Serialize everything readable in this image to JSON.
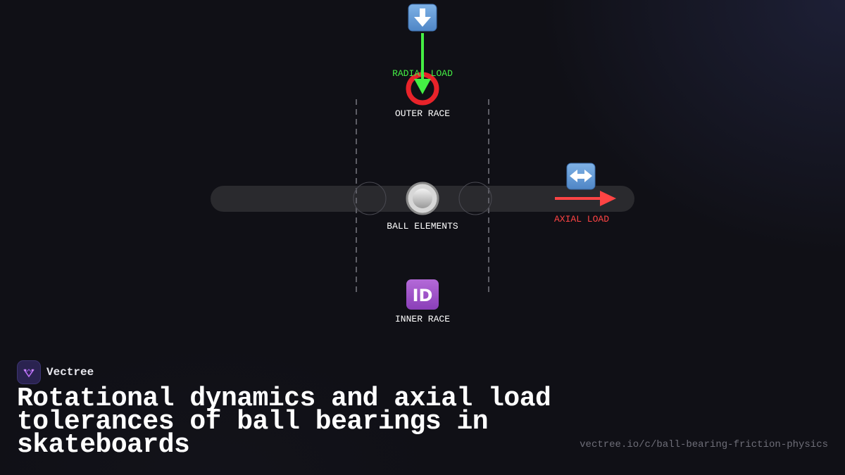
{
  "diagram": {
    "labels": {
      "radial_load": "RADIAL LOAD",
      "outer_race": "OUTER RACE",
      "ball_elements": "BALL ELEMENTS",
      "inner_race": "INNER RACE",
      "axial_load": "AXIAL LOAD"
    },
    "icons": {
      "radial_load": "down-arrow-icon",
      "outer_race": "hollow-red-circle-icon",
      "ball_elements": "white-circle-icon",
      "inner_race": "id-button-icon",
      "axial_load": "left-right-arrow-icon"
    },
    "colors": {
      "radial_load": "#44ee44",
      "axial_load": "#ff4444",
      "label": "#ffffff",
      "axle": "#2a2a2e",
      "guide_lines": "#666666"
    }
  },
  "footer": {
    "brand_name": "Vectree",
    "title": "Rotational dynamics and axial load tolerances of ball bearings in skateboards",
    "url": "vectree.io/c/ball-bearing-friction-physics"
  }
}
